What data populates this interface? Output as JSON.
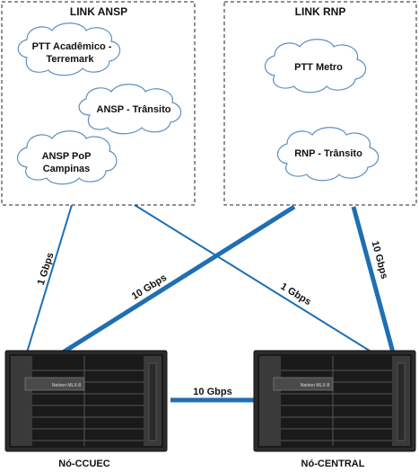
{
  "groups": [
    {
      "title": "LINK ANSP",
      "clouds": [
        "PTT Acadêmico -",
        "Terremark",
        "ANSP - Trânsito",
        "ANSP PoP",
        "Campinas"
      ]
    },
    {
      "title": "LINK RNP",
      "clouds": [
        "PTT Metro",
        "RNP - Trânsito"
      ]
    }
  ],
  "links": {
    "ccuec_ansp": "1 Gbps",
    "ccuec_rnp": "10 Gbps",
    "central_ansp": "1 Gbps",
    "central_rnp": "10 Gbps",
    "between_nodes": "10 Gbps"
  },
  "nodes": {
    "left": {
      "name": "Nó-CCUEC",
      "model": "Netiron MLX-8"
    },
    "right": {
      "name": "Nó-CENTRAL",
      "model": "Netiron MLX-8"
    }
  },
  "colors": {
    "link": "#1f6fb2",
    "cloud_stroke": "#5b8fc4",
    "cloud_fill": "#ffffff",
    "chassis": "#2b2b2b"
  }
}
